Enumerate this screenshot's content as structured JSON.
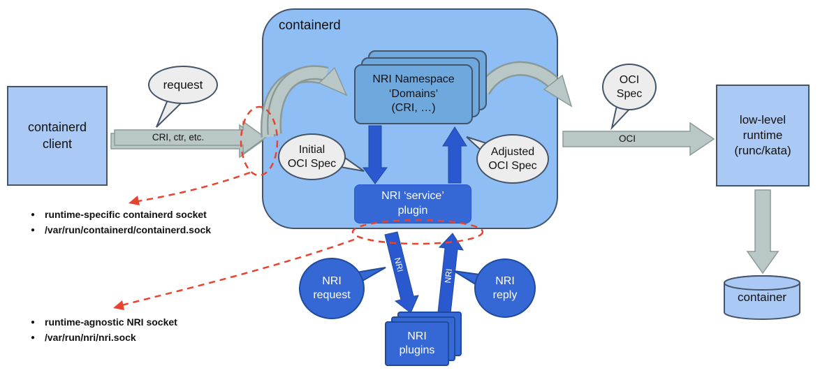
{
  "colors": {
    "node_blue": "#abc9f5",
    "panel_blue": "#8fbef5",
    "namespace_blue": "#6fa8dc",
    "solid_blue": "#3568d4",
    "arrow_blue": "#2a58cf",
    "arrow_gray": "#b9c8c6",
    "bubble_gray": "#ededed",
    "border_dark": "#44546a",
    "red_annotation": "#e8432e"
  },
  "nodes": {
    "containerd_client": "containerd\nclient",
    "containerd_panel": "containerd",
    "nri_namespace": "NRI Namespace\n‘Domains’\n(CRI, …)",
    "nri_service_plugin": "NRI ‘service’\nplugin",
    "low_level_runtime": "low-level\nruntime\n(runc/kata)",
    "container": "container",
    "nri_plugins": "NRI\nplugins"
  },
  "bubbles": {
    "request": "request",
    "initial_oci_spec": "Initial\nOCI Spec",
    "adjusted_oci_spec": "Adjusted\nOCI Spec",
    "oci_spec": "OCI\nSpec",
    "nri_request": "NRI\nrequest",
    "nri_reply": "NRI\nreply"
  },
  "arrows": {
    "cri_label": "CRI, ctr, etc.",
    "oci_label": "OCI",
    "nri_down_label": "NRI",
    "nri_up_label": "NRI"
  },
  "notes": {
    "bullet": "●",
    "containerd_socket": [
      "runtime-specific containerd socket",
      "/var/run/containerd/containerd.sock"
    ],
    "nri_socket": [
      "runtime-agnostic NRI socket",
      "/var/run/nri/nri.sock"
    ]
  }
}
